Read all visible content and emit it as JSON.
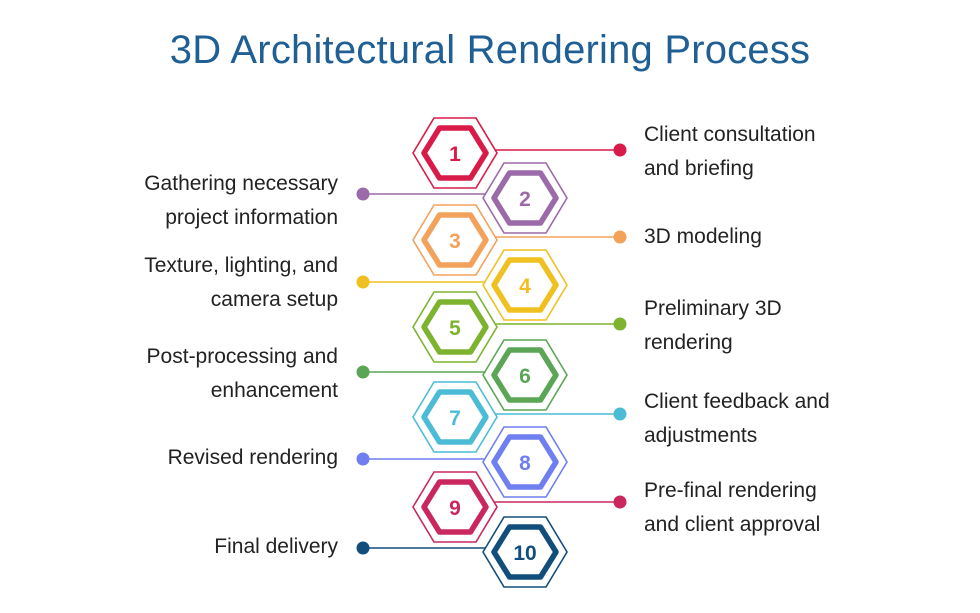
{
  "title": "3D Architectural Rendering Process",
  "steps": [
    {
      "number": "1",
      "lines": [
        "Client consultation",
        "and briefing"
      ],
      "side": "right",
      "color": "#d81b49"
    },
    {
      "number": "2",
      "lines": [
        "Gathering necessary",
        "project information"
      ],
      "side": "left",
      "color": "#9b6aa8"
    },
    {
      "number": "3",
      "lines": [
        "3D modeling"
      ],
      "side": "right",
      "color": "#f2a25a"
    },
    {
      "number": "4",
      "lines": [
        "Texture, lighting, and",
        "camera setup"
      ],
      "side": "left",
      "color": "#f0c020"
    },
    {
      "number": "5",
      "lines": [
        "Preliminary 3D",
        "rendering"
      ],
      "side": "right",
      "color": "#7db32e"
    },
    {
      "number": "6",
      "lines": [
        "Post-processing and",
        "enhancement"
      ],
      "side": "left",
      "color": "#5aa656"
    },
    {
      "number": "7",
      "lines": [
        "Client feedback and",
        "adjustments"
      ],
      "side": "right",
      "color": "#4cbcd6"
    },
    {
      "number": "8",
      "lines": [
        "Revised rendering"
      ],
      "side": "left",
      "color": "#6f7ff0"
    },
    {
      "number": "9",
      "lines": [
        "Pre-final rendering",
        "and client approval"
      ],
      "side": "right",
      "color": "#c8285e"
    },
    {
      "number": "10",
      "lines": [
        "Final delivery"
      ],
      "side": "left",
      "color": "#124e7c"
    }
  ]
}
